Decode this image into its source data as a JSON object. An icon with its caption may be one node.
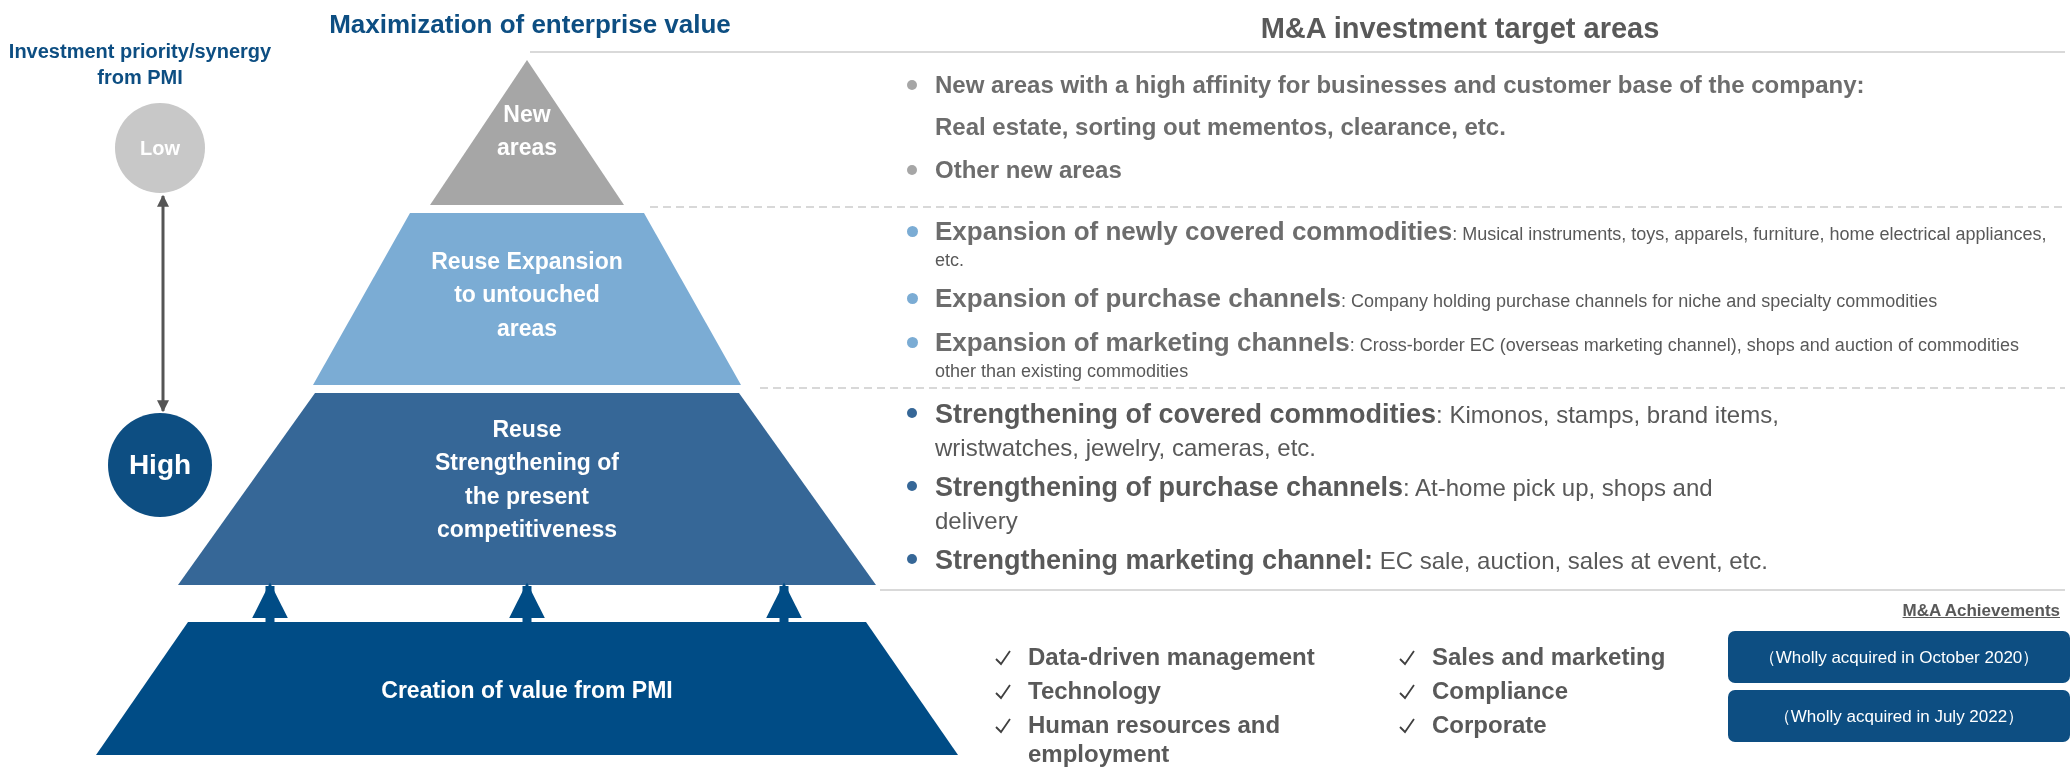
{
  "diagram": {
    "nodes": [
      {
        "text": [
          "New areas"
        ]
      },
      {
        "text": [
          "Reuse Expansion to untouched areas"
        ]
      },
      {
        "text": [
          "Reuse Strengthening of the present competitiveness"
        ]
      },
      {
        "text": [
          "Creation of value from PMI"
        ]
      },
      {
        "text": [
          "Low"
        ]
      },
      {
        "text": [
          "High"
        ]
      },
      {
        "text": [
          "（Wholly acquired in October 2020）"
        ]
      },
      {
        "text": [
          "（Wholly acquired in July 2022）"
        ]
      }
    ],
    "edges": [
      {
        "from": 4,
        "to": 5,
        "arrow": "both"
      },
      {
        "from": 3,
        "to": 2,
        "arrow": "to"
      },
      {
        "from": 3,
        "to": 2,
        "arrow": "to"
      },
      {
        "from": 3,
        "to": 2,
        "arrow": "to"
      }
    ],
    "labels": [
      "Maximization of enterprise value",
      "Investment priority/synergy from PMI",
      "M&A investment target areas",
      "New areas with a high affinity for businesses and customer base of the company: Real estate, sorting out mementos, clearance, etc.",
      "Other new areas",
      "**Expansion of newly covered commodities**: Musical instruments, toys, apparels, furniture, home electrical appliances, etc.",
      "**Expansion of purchase channels**:  Company holding purchase channels for niche and specialty commodities",
      "**Expansion of marketing channels**: Cross-border EC (overseas marketing channel), shops and auction of commodities other than existing commodities",
      "**Strengthening of covered commodities**: Kimonos, stamps, brand items, wristwatches, jewelry, cameras, etc.",
      "**Strengthening of purchase channels**: At-home pick up, shops and delivery",
      "**Strengthening marketing channel:** EC sale, auction, sales at event, etc.",
      "Data-driven management",
      "Technology",
      "Human resources and employment",
      "Sales and marketing",
      "Compliance",
      "Corporate",
      "M&A Achievements"
    ]
  }
}
